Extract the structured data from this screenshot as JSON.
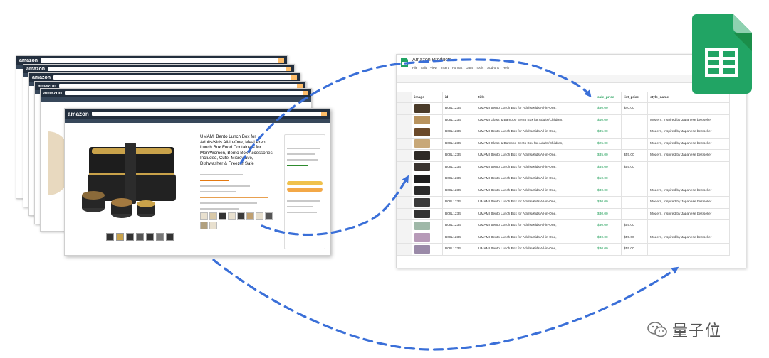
{
  "amazon": {
    "logo": "amazon",
    "product_title": "UMAMI Bento Lunch Box for Adults/Kids All-in-One, Meal Prep Lunch Box Food Containers for Men/Women, Bento Box Accessories Included, Cute, Microwave, Dishwasher & Freezer Safe"
  },
  "sheet": {
    "title": "Amazon Products",
    "menu": [
      "File",
      "Edit",
      "View",
      "Insert",
      "Format",
      "Data",
      "Tools",
      "Add-ons",
      "Help"
    ],
    "columns": [
      "image",
      "id",
      "title",
      "sale_price",
      "list_price",
      "style_name"
    ],
    "rows": [
      {
        "id": "B08L1234",
        "title": "UMAMI Bento Lunch Box for Adults/Kids All-in-One,",
        "sale": "$30.00",
        "list": "$40.00",
        "style": "",
        "color": "#4a3b2a"
      },
      {
        "id": "B08L1234",
        "title": "UMAMI Glass & Bamboo Bento Box for Adults/Children,",
        "sale": "$40.00",
        "list": "",
        "style": "Modern, Inspired by Japanese bestseller",
        "color": "#b8935e"
      },
      {
        "id": "B08L1234",
        "title": "UMAMI Bento Lunch Box for Adults/Kids All-in-One,",
        "sale": "$35.00",
        "list": "",
        "style": "Modern, Inspired by Japanese bestseller",
        "color": "#6b4a2a"
      },
      {
        "id": "B08L1234",
        "title": "UMAMI Glass & Bamboo Bento Box for Adults/Children,",
        "sale": "$25.00",
        "list": "",
        "style": "Modern, Inspired by Japanese bestseller",
        "color": "#c8a878"
      },
      {
        "id": "B08L1234",
        "title": "UMAMI Bento Lunch Box for Adults/Kids All-in-One,",
        "sale": "$35.00",
        "list": "$55.00",
        "style": "Modern, Inspired by Japanese bestseller",
        "color": "#2e2a26"
      },
      {
        "id": "B08L1234",
        "title": "UMAMI Bento Lunch Box for Adults/Kids All-in-One,",
        "sale": "$35.00",
        "list": "$55.00",
        "style": "",
        "color": "#3a3430"
      },
      {
        "id": "B08L1234",
        "title": "UMAMI Bento Lunch Box for Adults/Kids All-in-One,",
        "sale": "$10.00",
        "list": "",
        "style": "",
        "color": "#1f1f1f"
      },
      {
        "id": "B08L1234",
        "title": "UMAMI Bento Lunch Box for Adults/Kids All-in-One,",
        "sale": "$30.00",
        "list": "",
        "style": "Modern, Inspired by Japanese bestseller",
        "color": "#2b2b2b"
      },
      {
        "id": "B08L1234",
        "title": "UMAMI Bento Lunch Box for Adults/Kids All-in-One,",
        "sale": "$30.00",
        "list": "",
        "style": "Modern, Inspired by Japanese bestseller",
        "color": "#3b3b3b"
      },
      {
        "id": "B08L1234",
        "title": "UMAMI Bento Lunch Box for Adults/Kids All-in-One,",
        "sale": "$30.00",
        "list": "",
        "style": "Modern, Inspired by Japanese bestseller",
        "color": "#333333"
      },
      {
        "id": "B08L1234",
        "title": "UMAMI Bento Lunch Box for Adults/Kids All-in-One,",
        "sale": "$30.00",
        "list": "$55.00",
        "style": "",
        "color": "#9fb8a8"
      },
      {
        "id": "B08L1234",
        "title": "UMAMI Bento Lunch Box for Adults/Kids All-in-One,",
        "sale": "$30.00",
        "list": "$55.00",
        "style": "Modern, Inspired by Japanese bestseller",
        "color": "#b79ab8"
      },
      {
        "id": "B08L1234",
        "title": "UMAMI Bento Lunch Box for Adults/Kids All-in-One,",
        "sale": "$30.00",
        "list": "$55.00",
        "style": "",
        "color": "#9a8aa8"
      }
    ]
  },
  "colors": {
    "arrow": "#3a6fd8",
    "sheets_green": "#21a464",
    "sheets_dark": "#188038",
    "amazon_nav": "#232f3e",
    "gold": "#c9a24a"
  },
  "watermark": {
    "text": "量子位"
  }
}
